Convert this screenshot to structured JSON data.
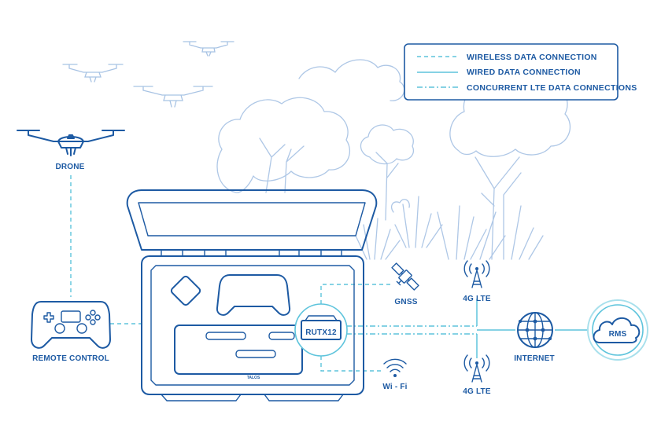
{
  "legend": {
    "items": [
      {
        "label": "WIRELESS DATA CONNECTION",
        "style": "dashed"
      },
      {
        "label": "WIRED DATA CONNECTION",
        "style": "solid"
      },
      {
        "label": "CONCURRENT LTE DATA CONNECTIONS",
        "style": "dash-dot"
      }
    ]
  },
  "nodes": {
    "drone": "DRONE",
    "remote_control": "REMOTE CONTROL",
    "router": "RUTX12",
    "case_brand": "TALOS",
    "gnss": "GNSS",
    "wifi": "Wi - Fi",
    "lte_top": "4G LTE",
    "lte_bottom": "4G LTE",
    "internet": "INTERNET",
    "rms": "RMS"
  },
  "colors": {
    "primary": "#1d5aa3",
    "connection": "#5ec4dc",
    "background_art": "#aec7e6"
  },
  "icons": [
    "drone-icon",
    "gamepad-icon",
    "satellite-icon",
    "wifi-icon",
    "antenna-tower-icon",
    "globe-icon",
    "cloud-icon",
    "router-icon",
    "case-icon"
  ]
}
